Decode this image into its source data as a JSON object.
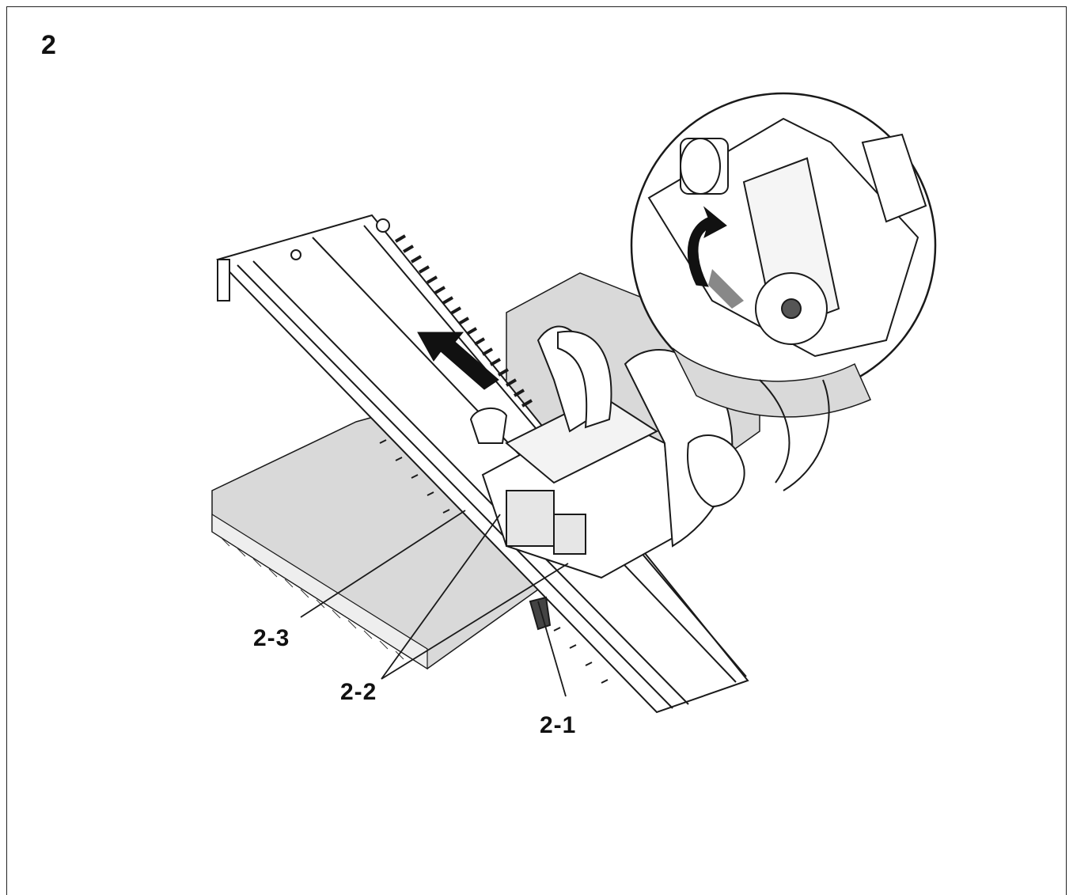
{
  "figure": {
    "number": "2",
    "callouts": [
      {
        "id": "2-1",
        "label": "2-1"
      },
      {
        "id": "2-2",
        "label": "2-2"
      },
      {
        "id": "2-3",
        "label": "2-3"
      }
    ]
  },
  "colors": {
    "line": "#1a1a1a",
    "workpiece": "#d9d9d9",
    "background": "#ffffff"
  },
  "icons": [
    "feed-direction-arrow-icon",
    "rotation-arrow-icon",
    "detail-magnifier-circle"
  ]
}
